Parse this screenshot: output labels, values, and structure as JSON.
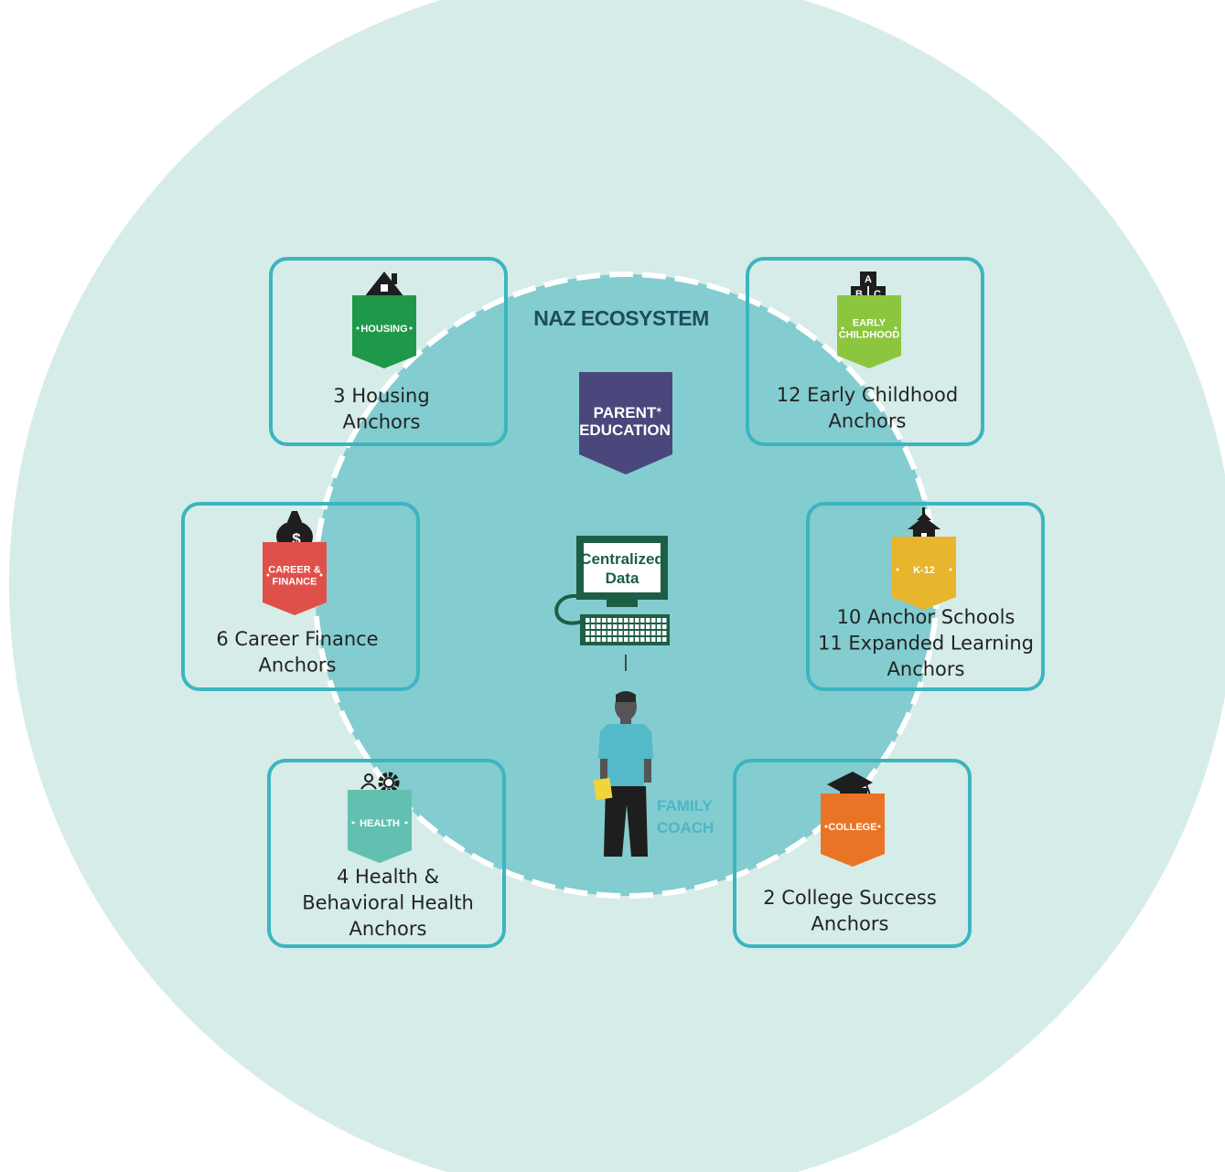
{
  "title": "NAZ ECOSYSTEM",
  "colors": {
    "outer_circle": "#d6ece8",
    "inner_circle": "#83ccd0",
    "dash_ring": "#ffffff",
    "card_border": "#3cb5bf",
    "card_text": "#232323",
    "parent_education": "#4a477c",
    "computer": "#1d5e45",
    "family_coach_text": "#4cb6c4"
  },
  "center": {
    "parent_education": [
      "PARENT",
      "EDUCATION"
    ],
    "computer_label": [
      "Centralized",
      "Data"
    ],
    "family_coach": [
      "FAMILY",
      "COACH"
    ]
  },
  "anchors": [
    {
      "id": "housing",
      "banner": [
        "HOUSING"
      ],
      "lines": [
        "3 Housing",
        "Anchors"
      ],
      "color": "#20984a",
      "icon": "house-icon"
    },
    {
      "id": "early-childhood",
      "banner": [
        "EARLY",
        "CHILDHOOD"
      ],
      "lines": [
        "12 Early Childhood",
        "Anchors"
      ],
      "color": "#8cc63f",
      "icon": "abc-blocks-icon",
      "blocks": [
        "A",
        "B",
        "C"
      ]
    },
    {
      "id": "career-finance",
      "banner": [
        "CAREER &",
        "FINANCE"
      ],
      "lines": [
        "6 Career Finance",
        "Anchors"
      ],
      "color": "#e0504b",
      "icon": "money-bag-icon",
      "bag_symbol": "$"
    },
    {
      "id": "k12",
      "banner": [
        "K-12"
      ],
      "lines": [
        "10 Anchor Schools",
        "11 Expanded Learning",
        "Anchors"
      ],
      "color": "#e8b52c",
      "icon": "schoolhouse-icon"
    },
    {
      "id": "health",
      "banner": [
        "HEALTH"
      ],
      "lines": [
        "4 Health &",
        "Behavioral Health",
        "Anchors"
      ],
      "color": "#62c0b0",
      "icon": "health-gears-icon"
    },
    {
      "id": "college",
      "banner": [
        "COLLEGE"
      ],
      "lines": [
        "2 College Success",
        "Anchors"
      ],
      "color": "#ea7426",
      "icon": "graduation-cap-icon"
    }
  ]
}
